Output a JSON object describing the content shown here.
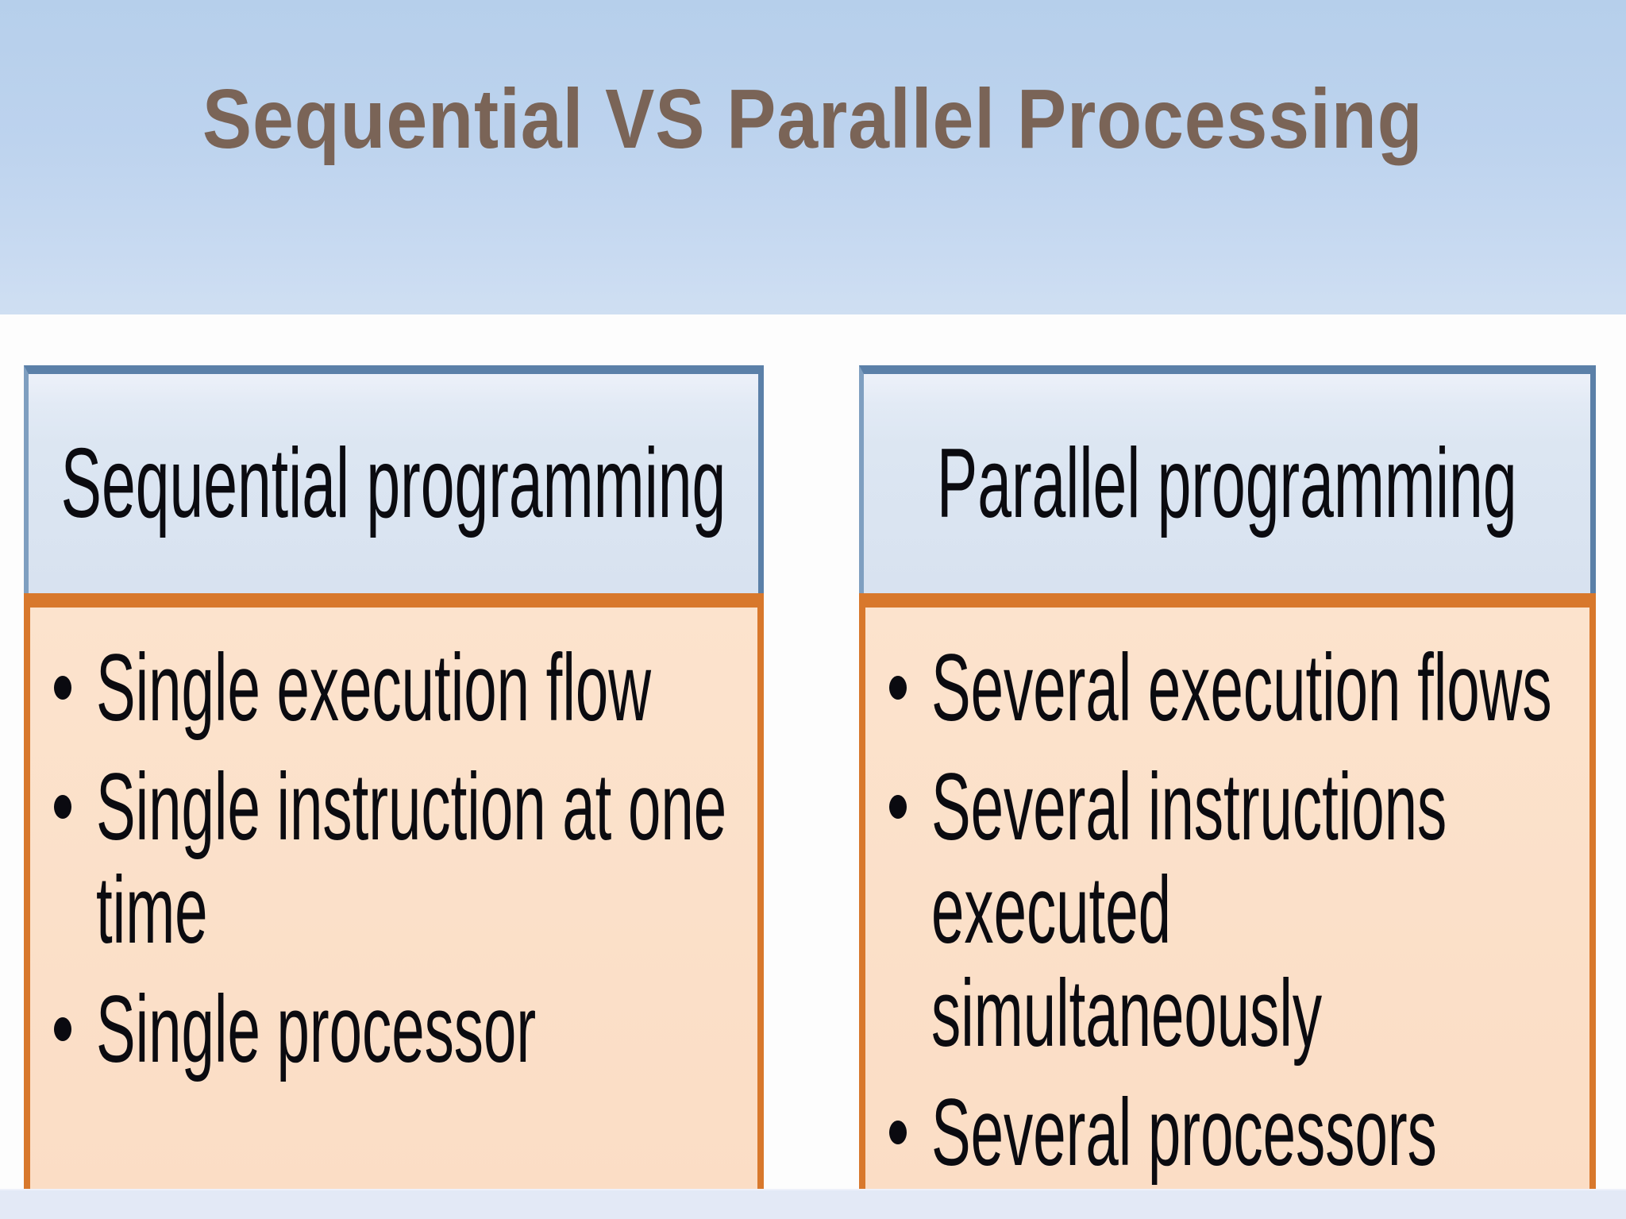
{
  "slide": {
    "title": "Sequential VS Parallel Processing"
  },
  "panels": [
    {
      "header": "Sequential programming",
      "bullets": [
        "Single execution flow",
        "Single instruction at one\ntime",
        "Single processor"
      ]
    },
    {
      "header": "Parallel programming",
      "bullets": [
        "Several execution flows",
        "Several instructions\nexecuted\nsimultaneously",
        "Several processors"
      ]
    }
  ],
  "colors": {
    "title_text": "#7a6457",
    "slide_gradient_top": "#b6cfeb",
    "slide_gradient_bottom": "#cfdff2",
    "content_background": "#fdfdfd",
    "bottom_strip": "#e3e9f6",
    "header_background": "#dce6f2",
    "header_border_blue": "#5b80a8",
    "body_background": "#fbe0c9",
    "body_border_orange": "#d8782c",
    "body_text": "#0b0b10"
  }
}
